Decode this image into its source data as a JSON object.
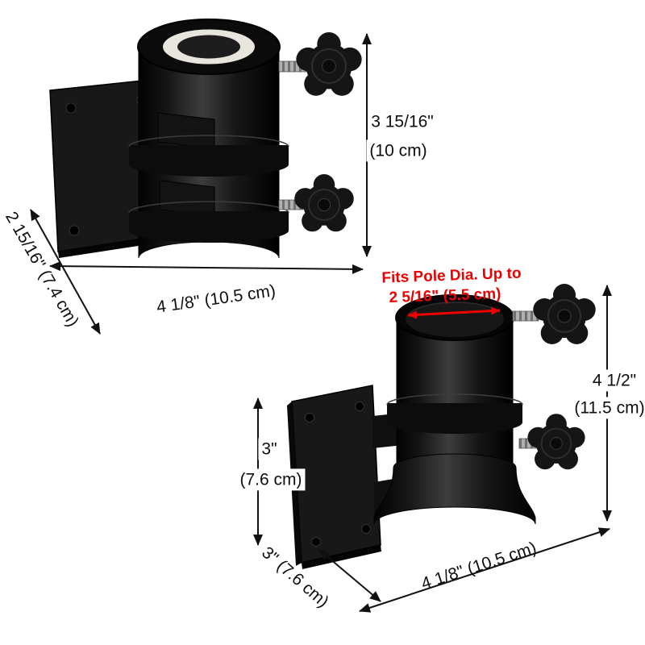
{
  "colors": {
    "annotation_red": "#ee0000",
    "dimension_lines": "#111111",
    "product_black": "#0d0d0d"
  },
  "views": {
    "side": {
      "dims": {
        "height_in": "3 15/16\"",
        "height_cm": "(10 cm)",
        "width": "4 1/8\" (10.5 cm)",
        "depth": "2 15/16\" (7.4 cm)"
      }
    },
    "angled": {
      "fits_line1": "Fits Pole Dia. Up to",
      "fits_line2": "2 5/16\" (5.5 cm)",
      "dims": {
        "height_in": "4 1/2\"",
        "height_cm": "(11.5 cm)",
        "plate_in": "3\"",
        "plate_cm": "(7.6 cm)",
        "depth": "3\" (7.6 cm)",
        "width": "4 1/8\" (10.5 cm)"
      }
    }
  }
}
